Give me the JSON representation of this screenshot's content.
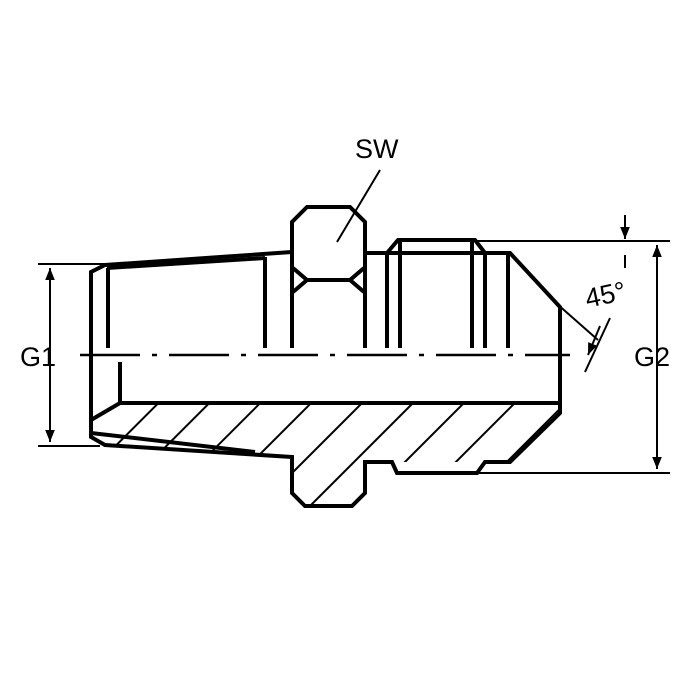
{
  "labels": {
    "wrench_size": "SW",
    "thread_1": "G1",
    "thread_2": "G2",
    "angle": "45°"
  },
  "colors": {
    "line": "#000000",
    "background": "#ffffff"
  }
}
